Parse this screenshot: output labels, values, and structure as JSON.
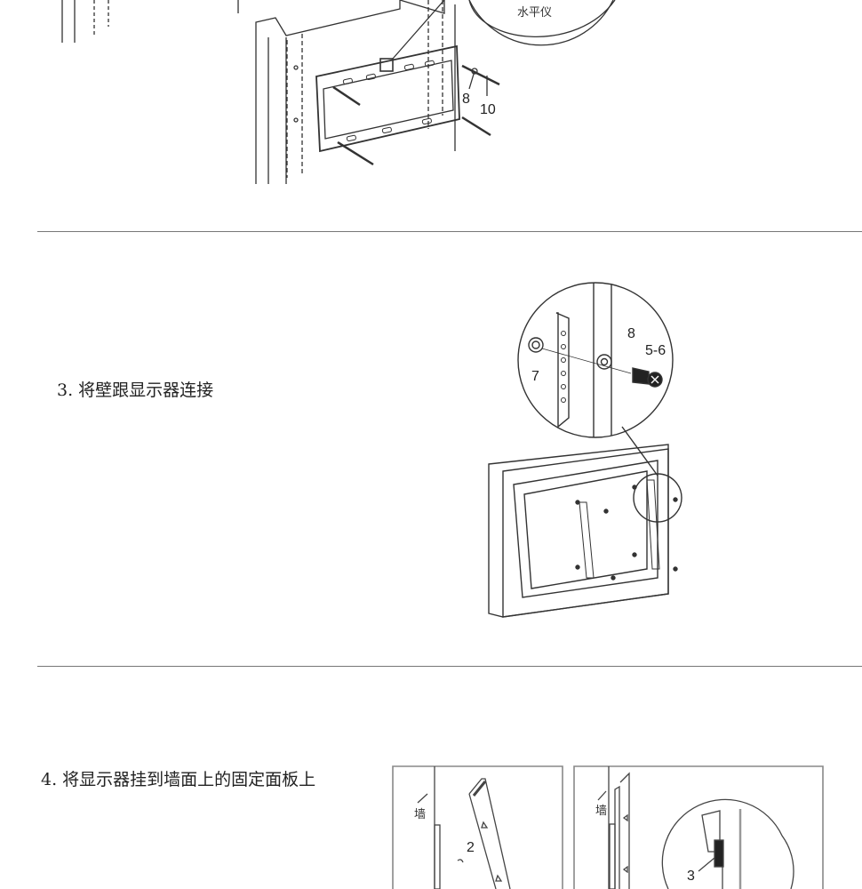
{
  "step1_diagram": {
    "callout_label": "水平仪",
    "part_labels": [
      "8",
      "10"
    ]
  },
  "step3": {
    "instruction": "3. 将壁跟显示器连接",
    "part_labels": [
      "7",
      "8",
      "5-6"
    ]
  },
  "step4": {
    "instruction": "4. 将显示器挂到墙面上的固定面板上",
    "panel_left": {
      "wall_label": "墙",
      "part_label": "2"
    },
    "panel_right": {
      "wall_label": "墙",
      "part_label": "3"
    }
  }
}
